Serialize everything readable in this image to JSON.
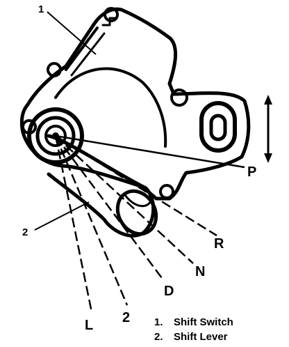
{
  "callouts": {
    "shift_switch": "1",
    "shift_lever_left": "2",
    "shift_lever_bottom": "2"
  },
  "positions": {
    "P": "P",
    "R": "R",
    "N": "N",
    "D": "D",
    "L": "L"
  },
  "legend": [
    {
      "num": "1.",
      "label": "Shift Switch"
    },
    {
      "num": "2.",
      "label": "Shift Lever"
    }
  ]
}
